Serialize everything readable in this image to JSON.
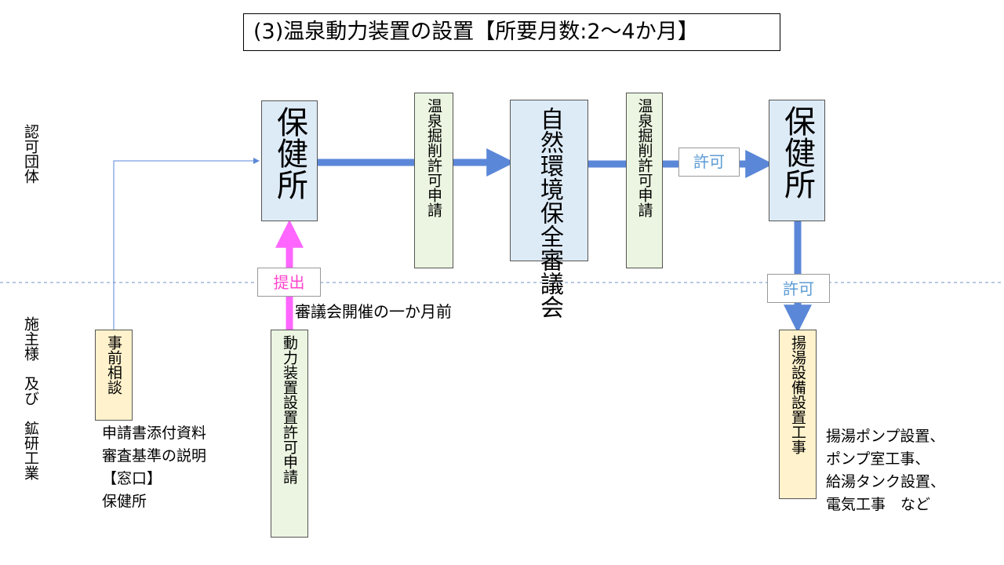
{
  "title": "(3)温泉動力装置の設置【所要月数:2〜4か月】",
  "rows": {
    "authority": "認可団体",
    "applicant": "施主様　及び　鉱研工業"
  },
  "nodes": {
    "hokenjo_left": "保健所",
    "permit_app_1": "温泉掘削許可申請",
    "council": "自然環境保全審議会",
    "permit_app_2": "温泉掘削許可申請",
    "hokenjo_right": "保健所",
    "prior_consult": "事前相談",
    "power_app": "動力装置設置許可申請",
    "pump_install": "揚湯設備設置工事"
  },
  "labels": {
    "submit": "提出",
    "council_timing": "審議会開催の一か月前",
    "permit_top": "許可",
    "permit_bottom": "許可"
  },
  "notes": {
    "consult_lines": [
      "申請書添付資料",
      "審査基準の説明",
      "【窓口】",
      "保健所"
    ],
    "work_lines": [
      "揚湯ポンプ設置、",
      "ポンプ室工事、",
      "給湯タンク設置、",
      "電気工事　など"
    ]
  },
  "colors": {
    "main_arrow": "#5b87d8",
    "submit_arrow": "#ff66ff",
    "submit_text": "#ff44cc",
    "permit_text": "#5b9bd5",
    "divider": "#6f8fc0"
  }
}
